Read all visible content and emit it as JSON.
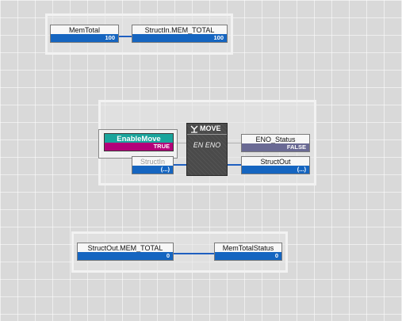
{
  "colors": {
    "wire": "#1f5fc0",
    "value_bar": "#1565c0",
    "enable_header": "#1aa59c",
    "enable_value": "#b3007a",
    "eno_value": "#6a6a94",
    "move_block": "#4a4a4a"
  },
  "group1": {
    "source": {
      "name": "MemTotal",
      "value": "100"
    },
    "target": {
      "name": "StructIn.MEM_TOTAL",
      "value": "100"
    }
  },
  "group2": {
    "enable": {
      "name": "EnableMove",
      "value": "TRUE"
    },
    "struct_in": {
      "name": "StructIn",
      "value": "(...)"
    },
    "move": {
      "title": "MOVE",
      "icon": "move-icon",
      "pins": "EN ENO"
    },
    "eno_status": {
      "name": "ENO_Status",
      "value": "FALSE"
    },
    "struct_out": {
      "name": "StructOut",
      "value": "(...)"
    }
  },
  "group3": {
    "source": {
      "name": "StructOut.MEM_TOTAL",
      "value": "0"
    },
    "target": {
      "name": "MemTotalStatus",
      "value": "0"
    }
  }
}
